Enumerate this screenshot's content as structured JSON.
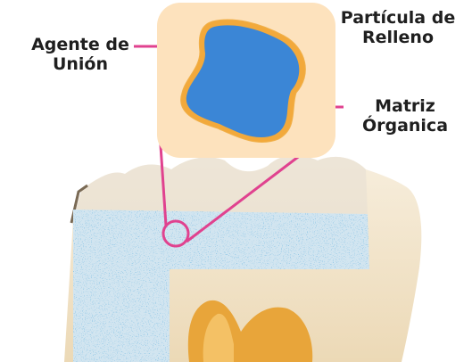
{
  "labels": {
    "agente": {
      "line1": "Agente de",
      "line2": "Unión"
    },
    "particula": {
      "line1": "Partícula de",
      "line2": "Relleno"
    },
    "matriz": {
      "line1": "Matriz",
      "line2": "Órganica"
    }
  },
  "colors": {
    "leader_line": "#e0428f",
    "filler_particle": "#3b86d6",
    "coupling_agent": "#f2a93b",
    "organic_matrix": "#fde2bd",
    "composite_layer": "#cfe2ee",
    "filler_dots": "#3e8cc7",
    "tooth": "#f2e4c8",
    "pulp": "#e8a53a"
  }
}
